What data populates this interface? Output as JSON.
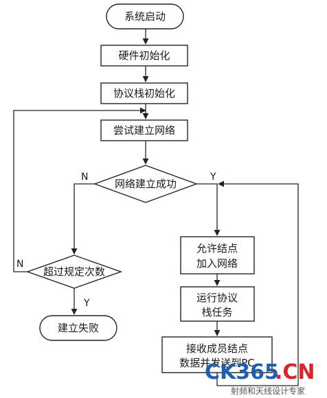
{
  "nodes": {
    "start": "系统启动",
    "hw_init": "硬件初始化",
    "stack_init": "协议栈初始化",
    "try_network": "尝试建立网络",
    "network_ok": "网络建立成功",
    "exceed": "超过规定次数",
    "fail": "建立失败",
    "allow_join_1": "允许结点",
    "allow_join_2": "加入网络",
    "run_task_1": "运行协议",
    "run_task_2": "栈任务",
    "recv_1": "接收成员结点",
    "recv_2": "数据并发送到PC"
  },
  "branch_labels": {
    "network_no": "N",
    "network_yes": "Y",
    "exceed_no": "N",
    "exceed_yes": "Y"
  },
  "watermark": {
    "text_1": "CK365",
    "text_2": ".CN",
    "subtitle": "射频和天线设计专家"
  },
  "colors": {
    "stroke": "#222222",
    "watermark_blue": "#1f5fb0",
    "watermark_red": "#d8262a"
  }
}
